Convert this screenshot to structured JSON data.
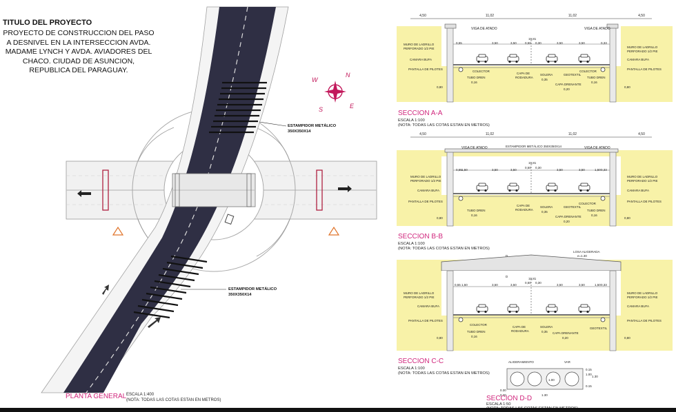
{
  "project": {
    "heading": "TITULO DEL PROYECTO",
    "description": "PROYECTO DE CONSTRUCCION DEL PASO A DESNIVEL EN LA INTERSECCION AVDA. MADAME LYNCH Y AVDA. AVIADORES DEL CHACO. CIUDAD DE ASUNCION, REPUBLICA DEL PARAGUAY."
  },
  "compass": {
    "n": "N",
    "e": "E",
    "s": "S",
    "w": "W"
  },
  "plan": {
    "title": "PLANTA GENERAL",
    "scale": "ESCALA 1:400",
    "note": "(NOTA: TODAS LAS COTAS ESTAN EN METROS)",
    "estampidor_1_line1": "ESTAMPIDOR METÁLICO",
    "estampidor_1_line2": "350X350X14",
    "estampidor_2_line1": "ESTAMPIDOR METÁLICO",
    "estampidor_2_line2": "350X350X14"
  },
  "sections": {
    "a": {
      "title": "SECCION A-A",
      "scale": "ESCALA 1:100",
      "note": "(NOTA: TODAS LAS COTAS ESTAN EN METROS)"
    },
    "b": {
      "title": "SECCION B-B",
      "scale": "ESCALA 1:100",
      "note": "(NOTA: TODAS LAS COTAS ESTAN EN METROS)",
      "estampidor": "ESTAMPIDOR METÁLICO 350X350X14"
    },
    "c": {
      "title": "SECCION C-C",
      "scale": "ESCALA 1:100",
      "note": "(NOTA: TODAS LAS COTAS ESTAN EN METROS)",
      "losa": "LOSA ALIGERADA",
      "losa_e": "e=1.30"
    },
    "d": {
      "title": "SECCION D-D",
      "scale": "ESCALA 1:50",
      "note": "(NOTA: TODAS LAS COTAS ESTAN EN METROS)",
      "alig": "ALIGERAMIENTO",
      "var": "VAR",
      "d100": "1.00",
      "d130": "1.30",
      "d030": "0.30",
      "d020": "0.20",
      "d015": "0.15"
    }
  },
  "labels": {
    "viga": "VIGA DE ATADO",
    "muro1": "MURO DE LADRILLO",
    "muro2": "PERFORADO 1/2 PIE",
    "camara": "CAMARA BUFA",
    "pantalla": "PANTALLA DE PILOTES",
    "colector": "COLECTOR",
    "tubo": "TUBO DREN",
    "capa1": "CAPA DE",
    "capa2": "RODADURA",
    "solera": "SOLERA",
    "drenante": "CAPA DRENANTE",
    "geotextil": "GEOTEXTIL"
  },
  "dims": {
    "d450": "4,50",
    "d1102": "11,02",
    "d1981": "19,81",
    "d050": "0,50",
    "d030": "0,30",
    "d035": "0,35",
    "d350": "3,50",
    "d150": "1,50",
    "d055": "0,55",
    "d016": "0,16",
    "d020": "0,20",
    "d080": "0,80",
    "d033": "0,33",
    "dD": "D"
  }
}
